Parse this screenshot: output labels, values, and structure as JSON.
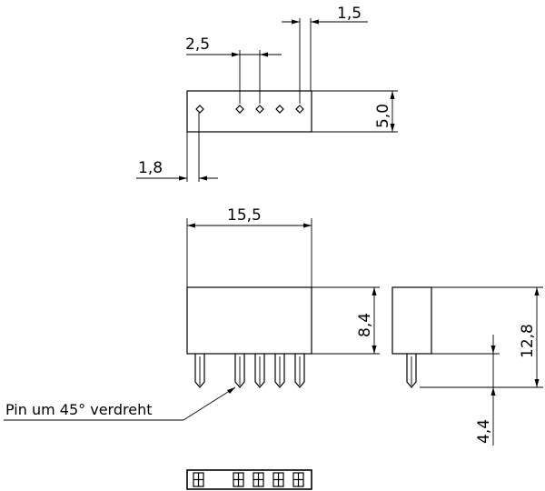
{
  "drawing": {
    "dimensions": {
      "pitch_small": "1,5",
      "pitch": "2,5",
      "height_top": "5,0",
      "offset": "1,8",
      "length": "15,5",
      "body_height": "8,4",
      "total_height": "12,8",
      "pin_length": "4,4"
    },
    "note": "Pin um 45° verdreht"
  }
}
